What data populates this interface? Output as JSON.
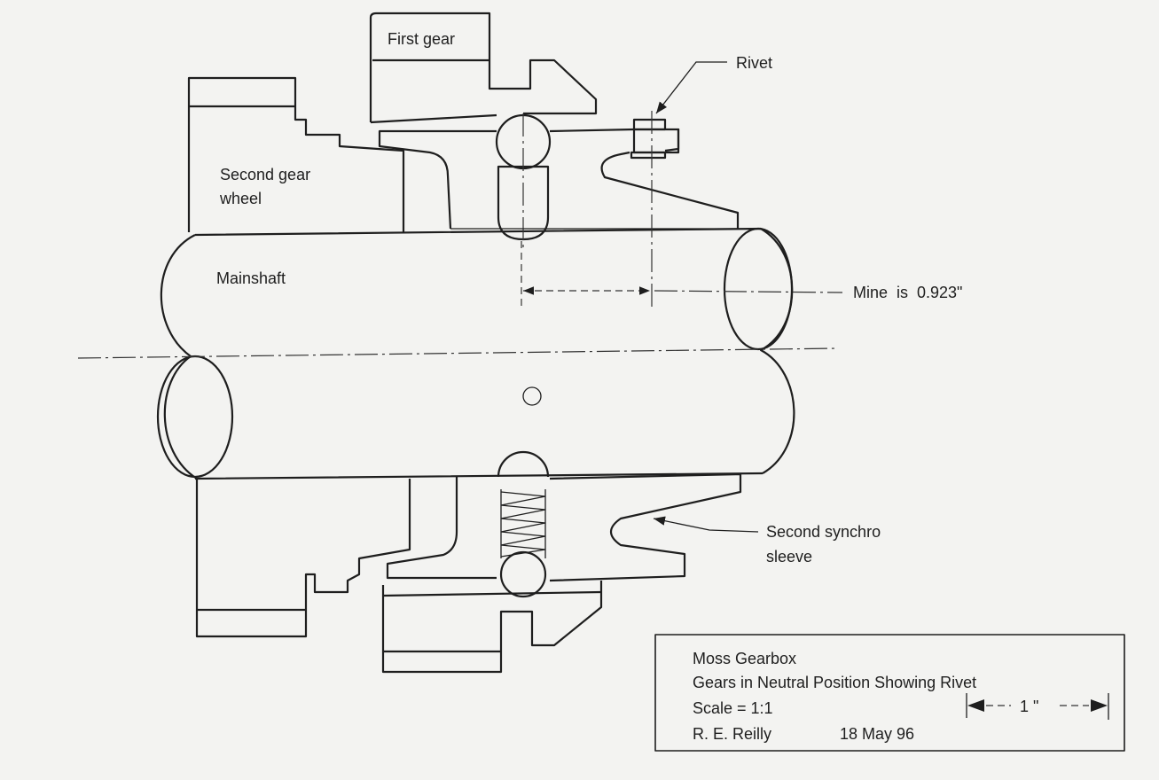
{
  "labels": {
    "first_gear": "First gear",
    "second_gear_line1": "Second gear",
    "second_gear_line2": "wheel",
    "mainshaft": "Mainshaft",
    "rivet": "Rivet",
    "measurement": "Mine  is  0.923\"",
    "synchro_line1": "Second synchro",
    "synchro_line2": "sleeve"
  },
  "title_block": {
    "title": "Moss Gearbox",
    "subtitle": "Gears in Neutral Position Showing Rivet",
    "scale": "Scale = 1:1",
    "author": "R. E. Reilly",
    "date": "18 May 96",
    "scale_bar_label": "1 \""
  },
  "colors": {
    "ink": "#1e1e1e",
    "paper": "#f3f3f1"
  }
}
